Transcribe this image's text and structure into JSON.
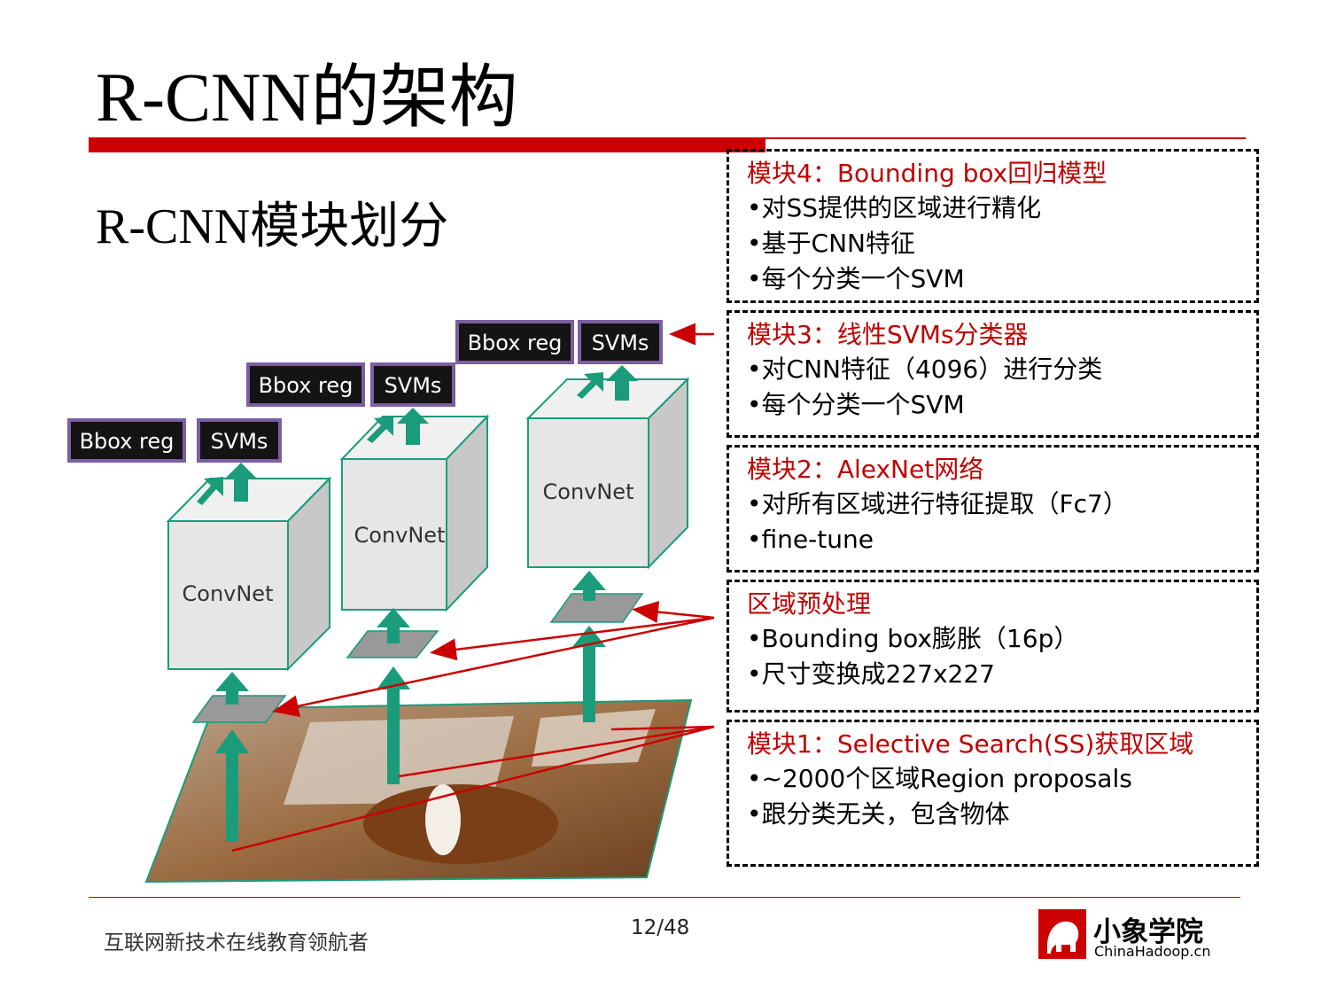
{
  "title": "R-CNN的架构",
  "subtitle": "R-CNN模块划分",
  "diagram": {
    "bbox_label": "Bbox reg",
    "svm_label": "SVMs",
    "convnet_label": "ConvNet"
  },
  "modules": [
    {
      "head": "模块4：Bounding box回归模型",
      "lines": [
        "•对SS提供的区域进行精化",
        "•基于CNN特征",
        "•每个分类一个SVM"
      ]
    },
    {
      "head": "模块3：线性SVMs分类器",
      "lines": [
        "•对CNN特征（4096）进行分类",
        "•每个分类一个SVM"
      ]
    },
    {
      "head": "模块2：AlexNet网络",
      "lines": [
        "•对所有区域进行特征提取（Fc7）",
        "•fine-tune"
      ]
    },
    {
      "head": "区域预处理",
      "lines": [
        "•Bounding box膨胀（16p）",
        "•尺寸变换成227x227"
      ]
    },
    {
      "head": "模块1：Selective Search(SS)获取区域",
      "lines": [
        "•~2000个区域Region proposals",
        "•跟分类无关，包含物体"
      ]
    }
  ],
  "footer": {
    "slogan": "互联网新技术在线教育领航者",
    "page": "12/48",
    "logo_name": "小象学院",
    "logo_url": "ChinaHadoop.cn"
  },
  "colors": {
    "accent": "#cc0000",
    "arrow_green": "#1a9c7a",
    "box_fill": "#e6e6e6"
  }
}
